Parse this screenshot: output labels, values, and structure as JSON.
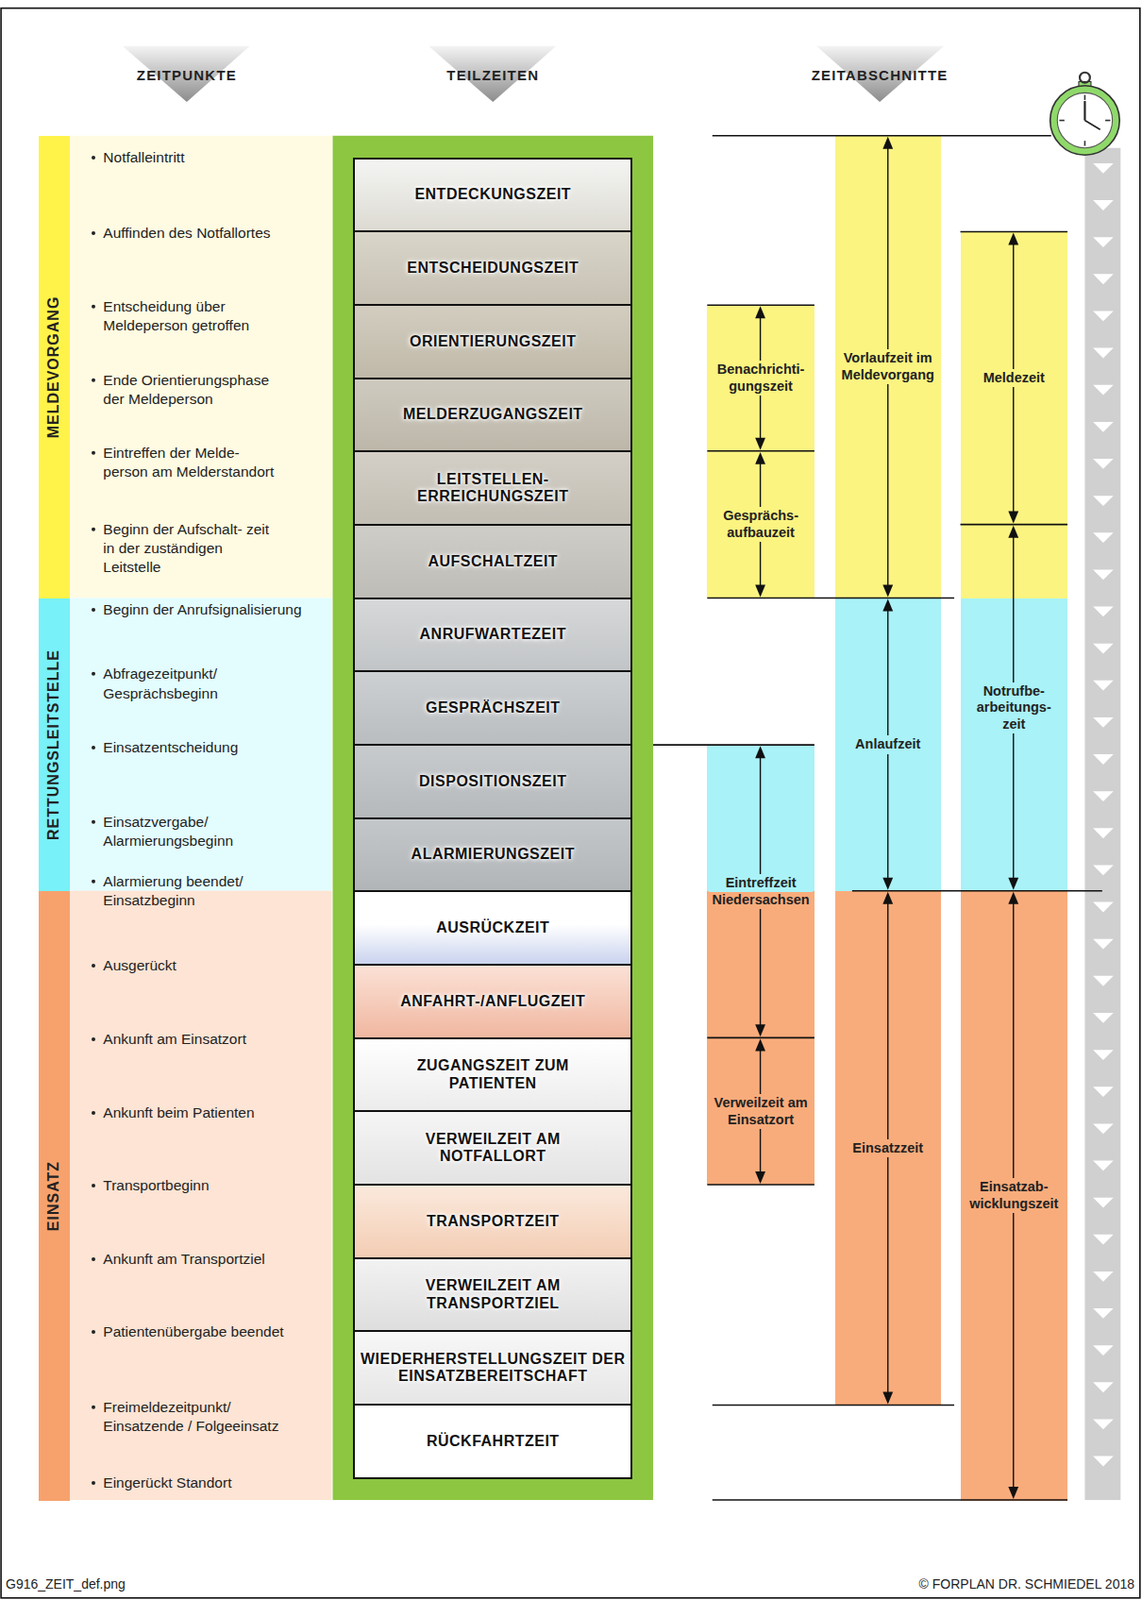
{
  "diagram": {
    "nodes": [
      {
        "text": [
          "MELDEVORGANG"
        ]
      },
      {
        "text": [
          "RETTUNGSLEITSTELLE"
        ]
      },
      {
        "text": [
          "EINSATZ"
        ]
      },
      {
        "text": [
          "ENTDECKUNGSZEIT"
        ]
      },
      {
        "text": [
          "ENTSCHEIDUNGSZEIT"
        ]
      },
      {
        "text": [
          "ORIENTIERUNGSZEIT"
        ]
      },
      {
        "text": [
          "MELDERZUGANGSZEIT"
        ]
      },
      {
        "text": [
          "LEITSTELLEN- ERREICHUNGSZEIT"
        ]
      },
      {
        "text": [
          "AUFSCHALTZEIT"
        ]
      },
      {
        "text": [
          "ANRUFWARTEZEIT"
        ]
      },
      {
        "text": [
          "GESPRÄCHSZEIT"
        ]
      },
      {
        "text": [
          "DISPOSITIONSZEIT"
        ]
      },
      {
        "text": [
          "ALARMIERUNGSZEIT"
        ]
      },
      {
        "text": [
          "AUSRÜCKZEIT"
        ]
      },
      {
        "text": [
          "ANFAHRT-/ANFLUGZEIT"
        ]
      },
      {
        "text": [
          "ZUGANGSZEIT ZUM PATIENTEN"
        ]
      },
      {
        "text": [
          "VERWEILZEIT AM NOTFALLORT"
        ]
      },
      {
        "text": [
          "TRANSPORTZEIT"
        ]
      },
      {
        "text": [
          "VERWEILZEIT AM TRANSPORTZIEL"
        ]
      },
      {
        "text": [
          "WIEDERHERSTELLUNGSZEIT DER EINSATZBEREITSCHAFT"
        ]
      },
      {
        "text": [
          "RÜCKFAHRTZEIT"
        ]
      },
      {
        "text": [
          "Benachrichti- gungszeit"
        ]
      },
      {
        "text": [
          "Gesprächs- aufbauzeit"
        ]
      },
      {
        "text": [
          "Eintreffzeit Niedersachsen"
        ]
      },
      {
        "text": [
          "Verweilzeit am Einsatzort"
        ]
      },
      {
        "text": [
          "Vorlaufzeit im Meldevorgang"
        ]
      },
      {
        "text": [
          "Anlaufzeit"
        ]
      },
      {
        "text": [
          "Einsatzzeit"
        ]
      },
      {
        "text": [
          "Meldezeit"
        ]
      },
      {
        "text": [
          "Notrufbe- arbeitungs- zeit"
        ]
      },
      {
        "text": [
          "Einsatzab- wicklungszeit"
        ]
      }
    ],
    "labels": [
      "ZEITPUNKTE",
      "TEILZEITEN",
      "ZEITABSCHNITTE",
      "Notfalleintritt",
      "Auffinden des Notfallortes",
      "Entscheidung über Meldeperson getroffen",
      "Ende Orientierungsphase der Meldeperson",
      "Eintreffen der Melde- person am Melderstandort",
      "Beginn der Aufschalt- zeit in der zuständigen Leitstelle",
      "Beginn der Anrufsignalisierung",
      "Abfragezeitpunkt/ Gesprächsbeginn",
      "Einsatzentscheidung",
      "Einsatzvergabe/ Alarmierungsbeginn",
      "Alarmierung beendet/ Einsatzbeginn",
      "Ausgerückt",
      "Ankunft am Einsatzort",
      "Ankunft beim Patienten",
      "Transportbeginn",
      "Ankunft am Transportziel",
      "Patientenübergabe beendet",
      "Freimeldezeitpunkt/ Einsatzende / Folgeeinsatz",
      "Eingerückt Standort",
      "G916_ZEIT_def.png",
      "© FORPLAN DR. SCHMIEDEL 2018"
    ]
  }
}
